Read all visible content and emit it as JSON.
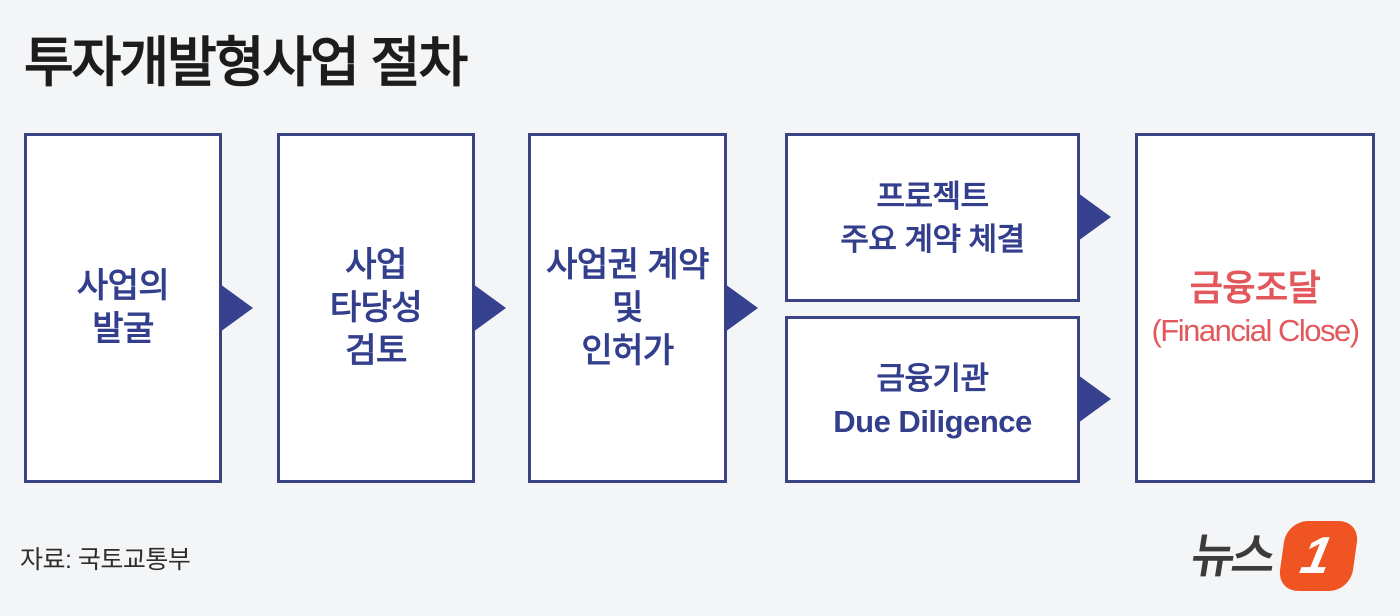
{
  "page": {
    "title": "투자개발형사업 절차",
    "source_label": "자료: 국토교통부"
  },
  "colors": {
    "background": "#f4f5f7",
    "box_fill": "#ffffff",
    "navy_border": "#3a4383",
    "navy_text": "#333f8c",
    "arrow": "#36418f",
    "accent_red": "#e2585c",
    "title_text": "#1c1c1c",
    "logo_orange": "#f05423",
    "logo_gray": "#3b3b3b"
  },
  "flow": {
    "steps": [
      {
        "name": "project-discovery",
        "lines": [
          "사업의",
          "발굴"
        ]
      },
      {
        "name": "feasibility-review",
        "lines": [
          "사업",
          "타당성",
          "검토"
        ]
      },
      {
        "name": "concession-contract-and-permits",
        "lines": [
          "사업권 계약",
          "및",
          "인허가"
        ]
      },
      {
        "name": "project-key-contracts",
        "lines": [
          "프로젝트",
          "주요 계약 체결"
        ]
      },
      {
        "name": "financial-institution-due-diligence",
        "lines": [
          "금융기관",
          "Due Diligence"
        ]
      },
      {
        "name": "financial-close",
        "title": "금융조달",
        "subtitle": "(Financial Close)"
      }
    ]
  },
  "branding": {
    "logo_text": "뉴스",
    "logo_badge": "1"
  }
}
